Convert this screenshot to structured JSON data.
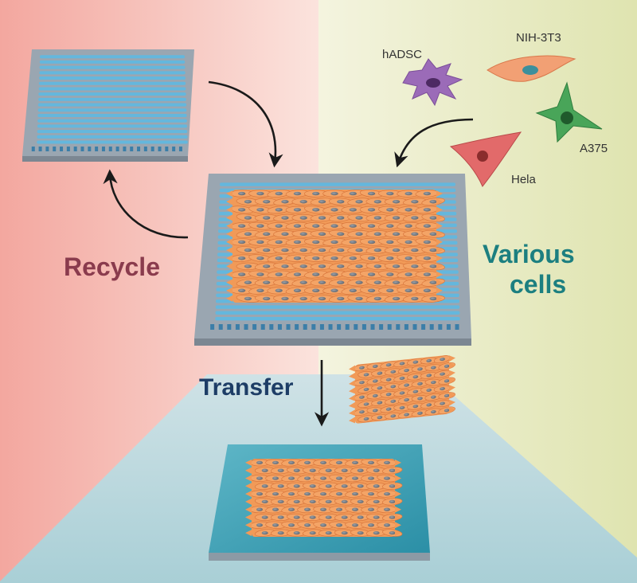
{
  "labels": {
    "recycle": "Recycle",
    "various_line1": "Various",
    "various_line2": "cells",
    "transfer": "Transfer"
  },
  "cells": [
    {
      "name": "hADSC",
      "color": "#9b6bb8"
    },
    {
      "name": "NIH-3T3",
      "color": "#f2a074"
    },
    {
      "name": "A375",
      "color": "#49a559"
    },
    {
      "name": "Hela",
      "color": "#e26a6a"
    }
  ],
  "colors": {
    "recycle_text": "#8a3b4d",
    "various_text": "#1c7f80",
    "transfer_text": "#1d3d66",
    "bg_left": "#f5b6ae",
    "bg_right": "#e3e7b9",
    "stripes": "#64b7dd",
    "cell_sheet": "#f19a58",
    "nucleus": "#7a7f87"
  },
  "icons": [
    "curved-arrow-icon",
    "down-arrow-icon"
  ]
}
